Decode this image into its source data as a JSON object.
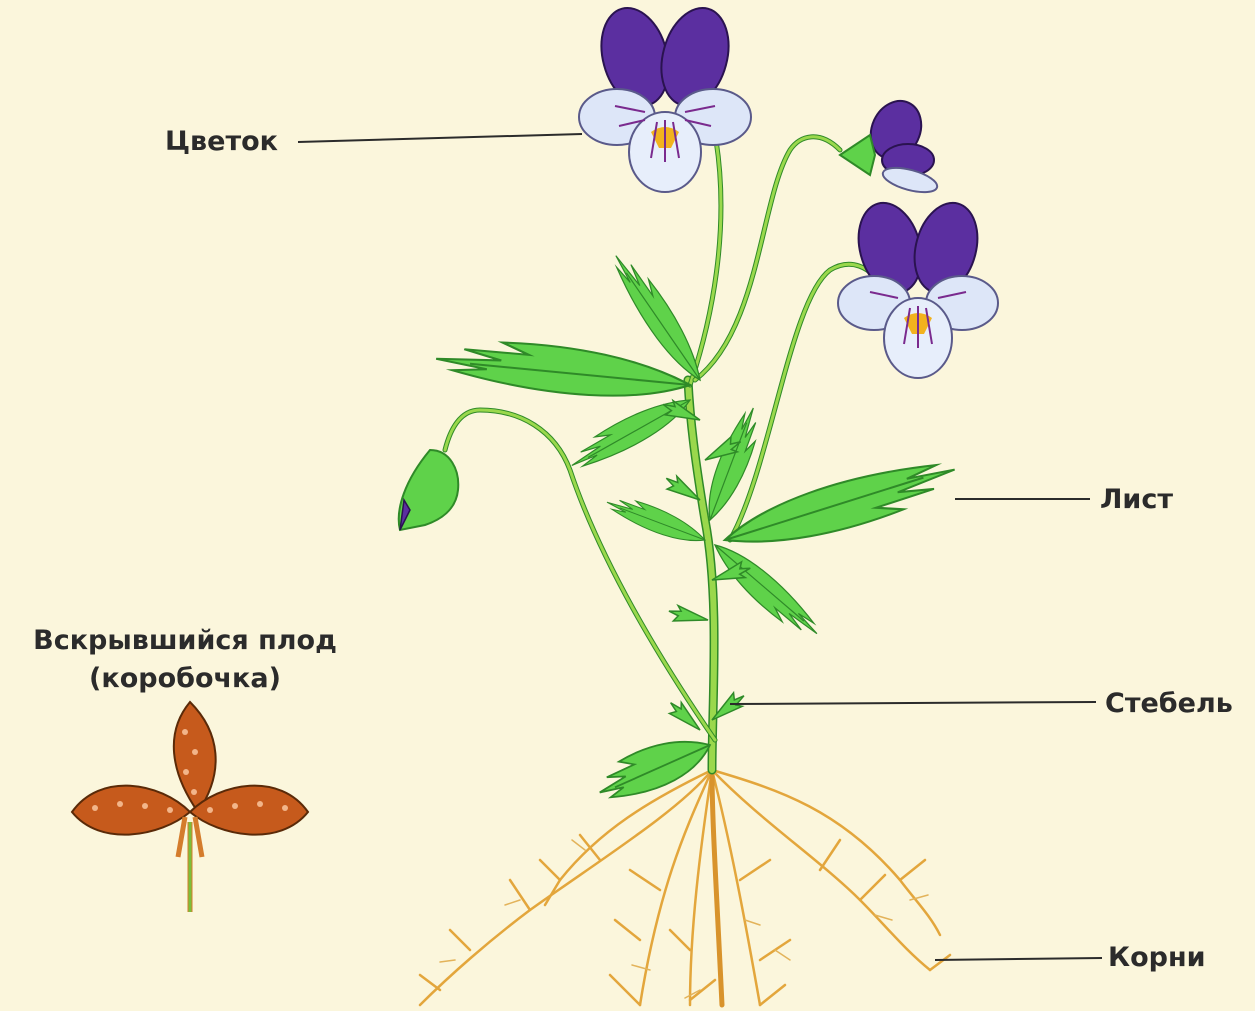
{
  "diagram": {
    "labels": {
      "flower": "Цветок",
      "leaf": "Лист",
      "stem": "Стебель",
      "roots": "Корни"
    },
    "fruit_caption": {
      "line1": "Вскрывшийся плод",
      "line2": "(коробочка)"
    }
  },
  "colors": {
    "background": "#fbf6dc",
    "leaf": "#5fd24a",
    "stem": "#9ad84c",
    "petal_purple": "#5b2fa0",
    "petal_light": "#dde6f8",
    "root": "#d8932c",
    "fruit": "#c65a1c"
  },
  "icons": [
    "pansy-flower-icon",
    "leaf-icon",
    "root-icon",
    "seed-capsule-icon"
  ]
}
